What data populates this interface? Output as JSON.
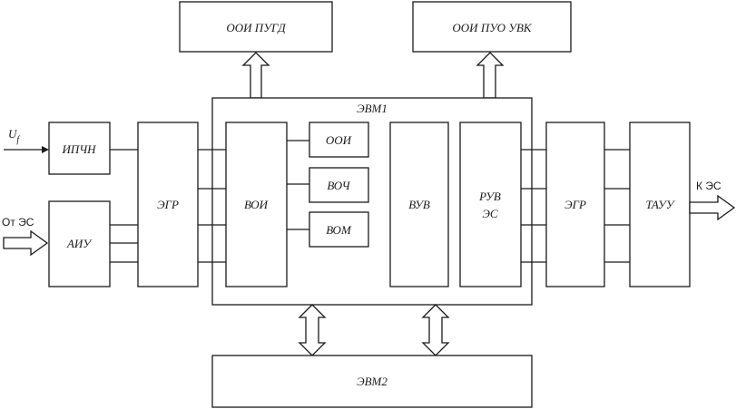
{
  "blocks": {
    "ooi_pugd": "ООИ ПУГД",
    "ooi_puo_uvk": "ООИ ПУО УВК",
    "evm1": "ЭВМ1",
    "ipchn": "ИПЧН",
    "aiu": "АИУ",
    "egr_left": "ЭГР",
    "voi": "ВОИ",
    "ooi": "ООИ",
    "voch": "ВОЧ",
    "vom": "ВОМ",
    "vuv": "ВУВ",
    "ruv_es_line1": "РУВ",
    "ruv_es_line2": "ЭС",
    "egr_right": "ЭГР",
    "tauu": "ТАУУ",
    "evm2": "ЭВМ2"
  },
  "signals": {
    "uf_main": "U",
    "uf_sub": "f",
    "from_es": "От ЭС",
    "to_es": "К ЭС"
  }
}
